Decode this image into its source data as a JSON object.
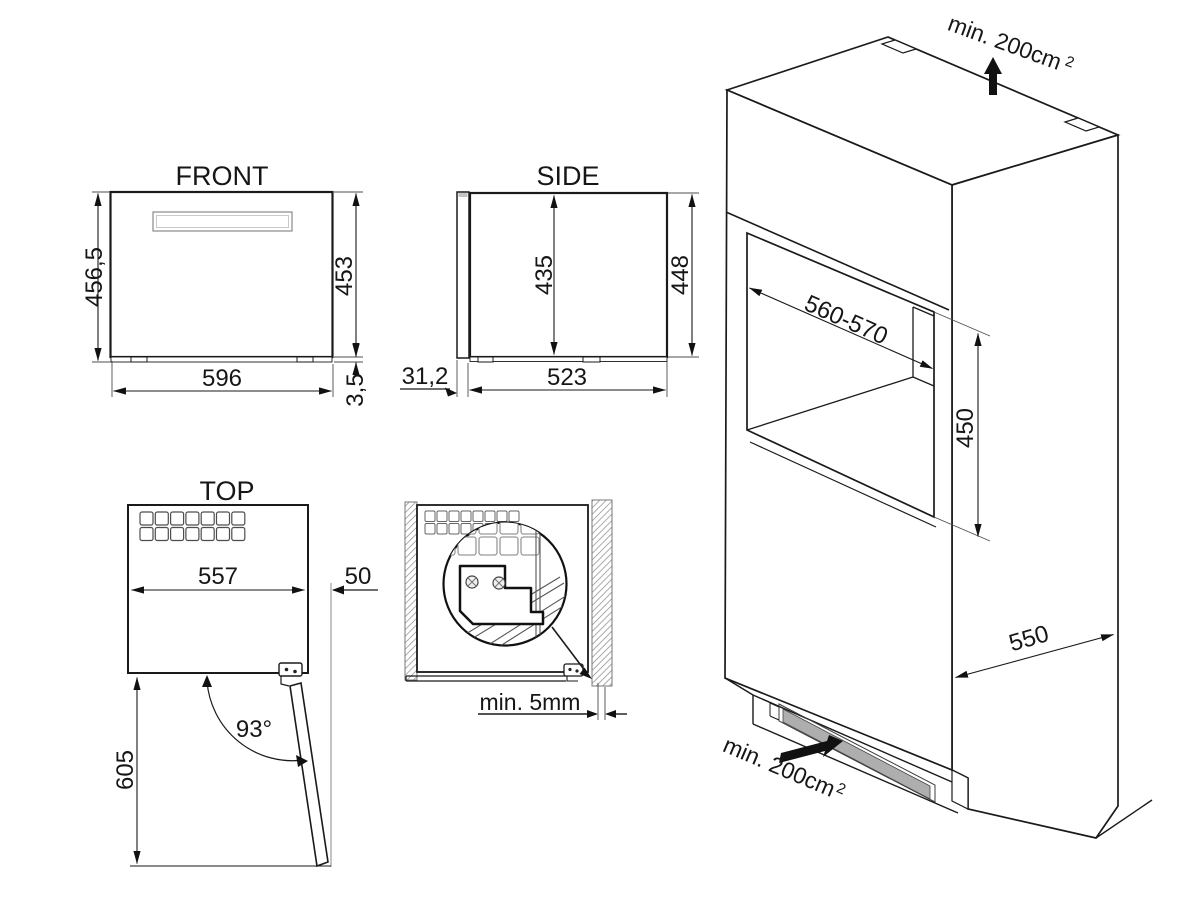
{
  "diagram": {
    "views": {
      "front": {
        "title": "FRONT",
        "dims": {
          "height_total": "456,5",
          "height_body": "453",
          "width": "596",
          "foot_height": "3,5"
        }
      },
      "side": {
        "title": "SIDE",
        "dims": {
          "interior_height": "435",
          "height_overall": "448",
          "depth_body": "523",
          "door_thickness": "31,2"
        }
      },
      "top": {
        "title": "TOP",
        "dims": {
          "width_body": "557",
          "side_clearance": "50",
          "door_swing_depth": "605",
          "door_opening_angle": "93°"
        }
      },
      "niche_detail": {
        "dims": {
          "rear_gap": "min. 5mm"
        }
      },
      "isometric": {
        "dims": {
          "top_vent_area": "min. 200cm",
          "top_vent_area_sup": "2",
          "niche_width": "560-570",
          "niche_height": "450",
          "cabinet_depth": "550",
          "bottom_vent_area": "min. 200cm",
          "bottom_vent_area_sup": "2"
        }
      }
    },
    "colors": {
      "line": "#1a1a1a",
      "hatch": "#8f8f8f",
      "vent_fill": "#aeaeae"
    }
  }
}
